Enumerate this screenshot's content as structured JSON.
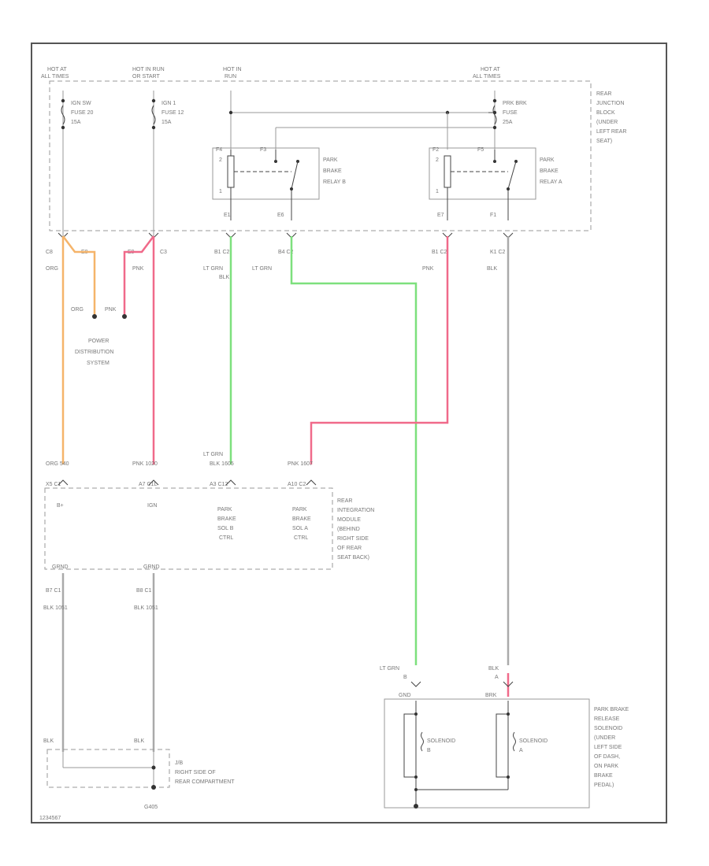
{
  "sources": {
    "s1": [
      "HOT AT",
      "ALL TIMES"
    ],
    "s2": [
      "HOT IN RUN",
      "OR START"
    ],
    "s3": [
      "HOT IN",
      "RUN"
    ],
    "s4": [
      "HOT AT",
      "ALL TIMES"
    ]
  },
  "fuses": {
    "f1": [
      "IGN SW",
      "FUSE 20",
      "15A"
    ],
    "f2": [
      "IGN 1",
      "FUSE 12",
      "15A"
    ],
    "f3": [
      "PRK BRK",
      "FUSE",
      "25A"
    ]
  },
  "rjb_label": [
    "REAR",
    "JUNCTION",
    "BLOCK",
    "(UNDER",
    "LEFT REAR",
    "SEAT)"
  ],
  "relay_b": {
    "label": [
      "PARK",
      "BRAKE",
      "RELAY B"
    ],
    "pins": [
      "F4",
      "F3",
      "2",
      "1"
    ],
    "bottom_pin": "E1"
  },
  "relay_a": {
    "label": [
      "PARK",
      "BRAKE",
      "RELAY A"
    ],
    "pins": [
      "F2",
      "F5",
      "2",
      "1"
    ],
    "bottom_pin": "F1"
  },
  "c_terms": {
    "t1": "C8",
    "t2": "C3",
    "t3": "B1 C2",
    "t4": "B4 C2",
    "t5": "B1 C2",
    "t6": "K1 C2",
    "x1": "E8",
    "x2": "E9",
    "x3": "E6",
    "x4": "E7"
  },
  "wire_colors": {
    "w1": "ORG",
    "w2": "PNK",
    "w3a": "LT GRN",
    "w3b": "BLK",
    "w4": "LT GRN",
    "w5": "PNK",
    "w6": "BLK"
  },
  "pds": {
    "pins": [
      "ORG",
      "PNK"
    ],
    "label": [
      "POWER",
      "DISTRIBUTION",
      "SYSTEM"
    ]
  },
  "rim_wires": {
    "r1": "ORG 540",
    "r2": "PNK 1020",
    "r3a": "LT GRN",
    "r3b": "BLK 1605",
    "r4": "PNK 1607"
  },
  "rim": {
    "pins": [
      "X5 C1",
      "A7 C1L",
      "A3 C12",
      "A10 C2"
    ],
    "labels": {
      "b_plus": "B+",
      "ign": "IGN",
      "sol_b": [
        "PARK",
        "BRAKE",
        "SOL B",
        "CTRL"
      ],
      "sol_a": [
        "PARK",
        "BRAKE",
        "SOL A",
        "CTRL"
      ]
    },
    "title": [
      "REAR",
      "INTEGRATION",
      "MODULE",
      "(BEHIND",
      "RIGHT SIDE",
      "OF REAR",
      "SEAT BACK)"
    ],
    "ground_pins": [
      "GRND",
      "GRND"
    ]
  },
  "grounds": {
    "g1": [
      "B7 C1",
      "BLK 1051"
    ],
    "g2": [
      "B8 C1",
      "BLK 1051"
    ],
    "blk1": "BLK",
    "blk2": "BLK",
    "splice": "J/B",
    "location": [
      "RIGHT SIDE OF",
      "REAR COMPARTMENT"
    ],
    "ground_id": "G405"
  },
  "solenoid": {
    "wire_b": [
      "LT GRN",
      "B"
    ],
    "wire_a": [
      "BLK",
      "A"
    ],
    "pins": [
      "GND",
      "BRK"
    ],
    "sol_b": [
      "SOLENOID",
      "B"
    ],
    "sol_a": [
      "SOLENOID",
      "A"
    ],
    "title": [
      "PARK BRAKE",
      "RELEASE",
      "SOLENOID",
      "(UNDER",
      "LEFT SIDE",
      "OF DASH,",
      "ON PARK",
      "BRAKE",
      "PEDAL)"
    ]
  },
  "footer_id": "1234567"
}
